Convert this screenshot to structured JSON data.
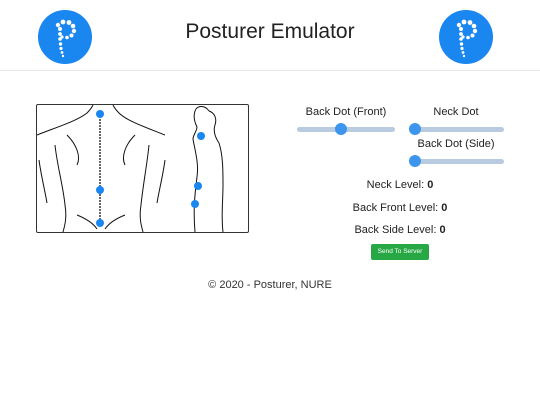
{
  "header": {
    "title": "Posturer Emulator"
  },
  "sliders": {
    "back_front": {
      "label": "Back Dot (Front)",
      "value_fraction": 0.45
    },
    "neck": {
      "label": "Neck Dot",
      "value_fraction": 0.0
    },
    "back_side": {
      "label": "Back Dot (Side)",
      "value_fraction": 0.0
    }
  },
  "levels": {
    "neck": {
      "label": "Neck Level: ",
      "value": "0"
    },
    "back_front": {
      "label": "Back Front Level: ",
      "value": "0"
    },
    "back_side": {
      "label": "Back Side Level: ",
      "value": "0"
    }
  },
  "buttons": {
    "send_label": "Send To Server"
  },
  "footer": {
    "copyright": "© 2020 - Posturer, NURE"
  },
  "colors": {
    "accent": "#1a86f0",
    "dot": "#1a86f0",
    "send_button": "#28a745",
    "slider_track": "#b9cbe0"
  }
}
